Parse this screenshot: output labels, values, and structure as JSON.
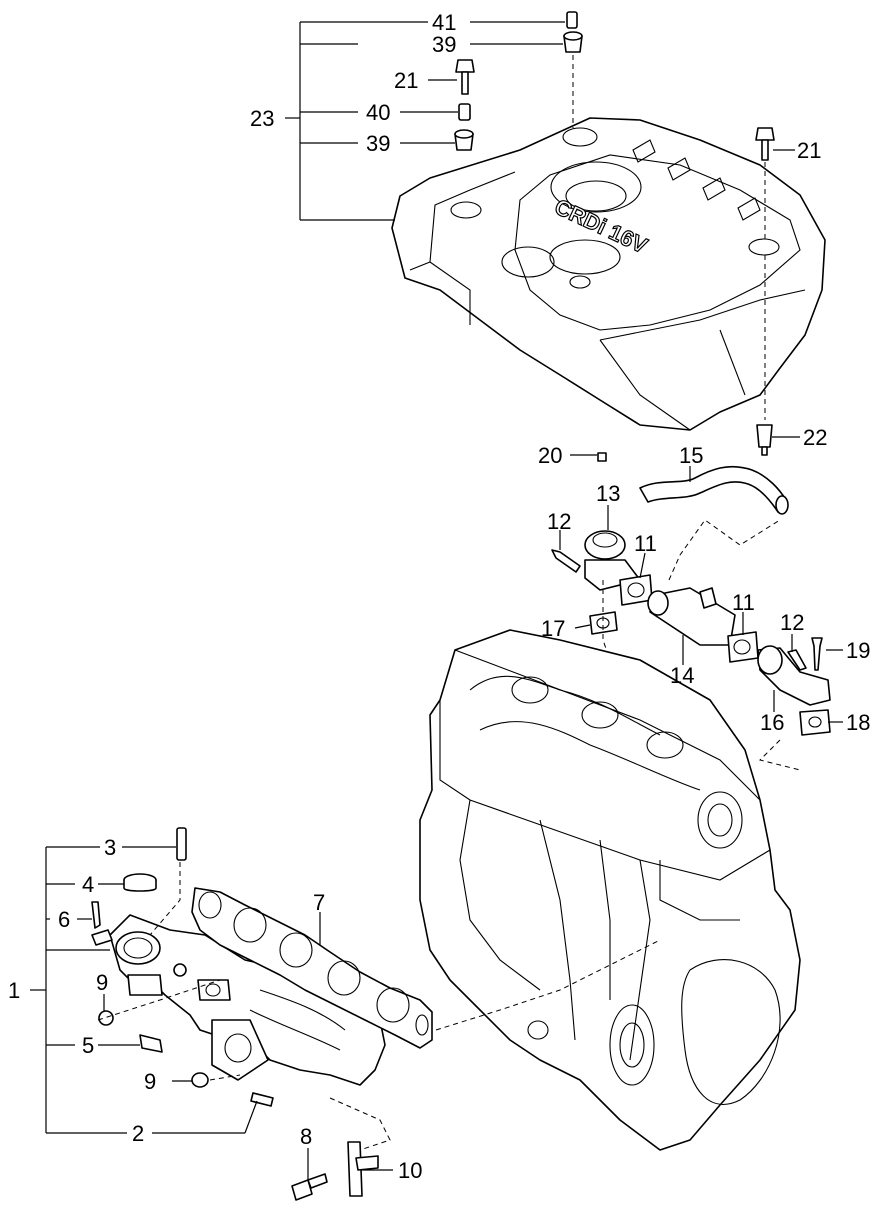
{
  "cover_emboss": "CRDi 16V",
  "callouts": {
    "c1": "1",
    "c2": "2",
    "c3": "3",
    "c4": "4",
    "c5": "5",
    "c6": "6",
    "c7": "7",
    "c8": "8",
    "c9a": "9",
    "c9b": "9",
    "c10": "10",
    "c11a": "11",
    "c11b": "11",
    "c12a": "12",
    "c12b": "12",
    "c13": "13",
    "c14": "14",
    "c15": "15",
    "c16": "16",
    "c17": "17",
    "c18": "18",
    "c19": "19",
    "c20": "20",
    "c21a": "21",
    "c21b": "21",
    "c22": "22",
    "c23": "23",
    "c39a": "39",
    "c39b": "39",
    "c40": "40",
    "c41": "41"
  }
}
